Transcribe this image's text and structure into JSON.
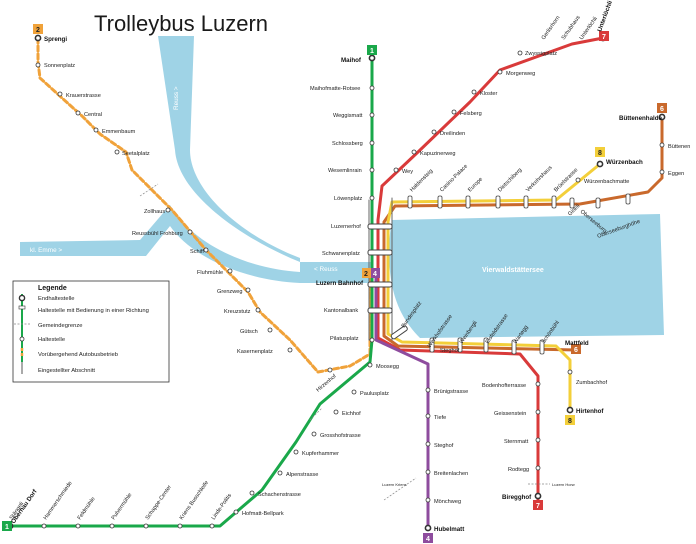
{
  "title": "Trolleybus Luzern",
  "colors": {
    "water": "#9fd3e6",
    "line1": "#1aa84a",
    "line2": "#f0a23a",
    "line4": "#8e4c9e",
    "line6": "#c9692c",
    "line7": "#d93a3a",
    "line8": "#f3cf3a",
    "trunk_outline": "#555555"
  },
  "water_labels": {
    "reuss_upper": "Reuss >",
    "emme": "kl. Emme >",
    "reuss_lower": "< Reuss",
    "lake": "Vierwaldstättersee"
  },
  "badges": {
    "b1_top": "1",
    "b1_bottom": "1",
    "b2_top": "2",
    "b2_center": "2",
    "b4_center": "4",
    "b4_bottom": "4",
    "b6_top": "6",
    "b6_mid": "6",
    "b7_top": "7",
    "b7_bottom": "7",
    "b8_top": "8",
    "b8_bottom": "8"
  },
  "stops": {
    "maihof": "Maihof",
    "maihofmatte": "Maihofmatte-Rotsee",
    "weggismatt": "Weggismatt",
    "schlossberg": "Schlossberg",
    "wesemlinrain": "Wesemlinrain",
    "loewenplatz": "Löwenplatz",
    "luzernerhof": "Luzernerhof",
    "schwanenplatz": "Schwanenplatz",
    "bahnhof": "Luzern Bahnhof",
    "kantonalbank": "Kantonalbank",
    "pilatusplatz": "Pilatusplatz",
    "moosegg": "Moosegg",
    "paulusplatz": "Paulusplatz",
    "eichhof": "Eichhof",
    "grosshofstrasse": "Grosshofstrasse",
    "kupferhammer": "Kupferhammer",
    "alpenstrasse": "Alpenstrasse",
    "schachenstrasse": "Schachenstrasse",
    "hofmatt": "Hofmatt-Bellpark",
    "linde": "Linde-Politis",
    "kriens_busschleife": "Kriens Busschleife",
    "schappe": "Schappe-Center",
    "pulvermuehle": "Pulvermühle",
    "feldmuehle": "Feldmühle",
    "hammerschmiede": "Hammerschmiede",
    "staengeli": "Stängeli",
    "obernau": "Obernau Dorf",
    "sprengi": "Sprengi",
    "sonnenplatz": "Sonnenplatz",
    "krauerstrasse": "Krauerstrasse",
    "central": "Central",
    "emmenbaum": "Emmenbaum",
    "seetalplatz": "Seetalplatz",
    "zollhaus": "Zollhaus",
    "reussbuehl": "Reussbühl Frohburg",
    "schiff": "Schiff",
    "fluhmuehle": "Fluhmühle",
    "grenzweg": "Grenzweg",
    "kreuzstutz": "Kreuzstutz",
    "guetsch": "Gütsch",
    "kasernenplatz": "Kasernenplatz",
    "hirzenhof": "Hirzenhof",
    "wey": "Wey",
    "kapuzinerweg": "Kapuzinerweg",
    "dreilinden": "Dreilinden",
    "felsberg": "Felsberg",
    "kloster": "Kloster",
    "morgenweg": "Morgenweg",
    "zwyssigplatz": "Zwyssigplatz",
    "gerlisrhorn": "Gerlisrhorn",
    "schubhaus": "Schubhaus",
    "unterloechli_s": "Unterlöchli",
    "unterloechli": "Unterlöchli",
    "haldensteig": "Haldensteig",
    "casino": "Casino-Palace",
    "europe": "Europe",
    "dietschiberg": "Dietschiberg",
    "verkehrshaus": "Verkehrshaus",
    "brueelstrasse": "Brüelstrasse",
    "wuerzenbach": "Würzenbach",
    "wuerzenbachmatte": "Würzenbachmatte",
    "giseli": "Giseli",
    "oberseeburg": "Oberseeburg",
    "oberseeburghoehe": "Oberseeburghöhe",
    "eggen": "Eggen",
    "buettenen": "Büttenen",
    "buettenenhalde": "Büttenenhalde",
    "bundesplatz": "Bundesplatz",
    "werkhofstrasse": "Werkhofstrasse",
    "steghof_ost": "Steghof",
    "weinbergli": "Weinbergli",
    "eisfeldstrasse": "Eisfeldstrasse",
    "wartegg": "Wartegg",
    "schoenbuehl": "Schönbühl",
    "mattfeld": "Mattfeld",
    "zumbachhof": "Zumbachhof",
    "hirtenhof": "Hirtenhof",
    "bodenhofterrasse": "Bodenhofterrasse",
    "geissenstein": "Geissenstein",
    "sternmatt": "Sternmatt",
    "rodtegg": "Rodtegg",
    "biregghof": "Biregghof",
    "bruenigstrasse": "Brünigstrasse",
    "tiefe": "Tiefe",
    "steghof": "Steghof",
    "breitenlachen": "Breitenlachen",
    "moenchweg": "Mönchweg",
    "hubelmatt": "Hubelmatt",
    "luzern_kriens": "Luzern Kriens",
    "luzern_horw": "Luzern Horw"
  },
  "legend": {
    "title": "Legende",
    "items": [
      "Endhaltestelle",
      "Haltestelle mit Bedienung in einer Richtung",
      "Gemeindegrenze",
      "Haltestelle",
      "Vorübergehend Autobusbetrieb",
      "Eingestellter Abschnitt"
    ]
  }
}
